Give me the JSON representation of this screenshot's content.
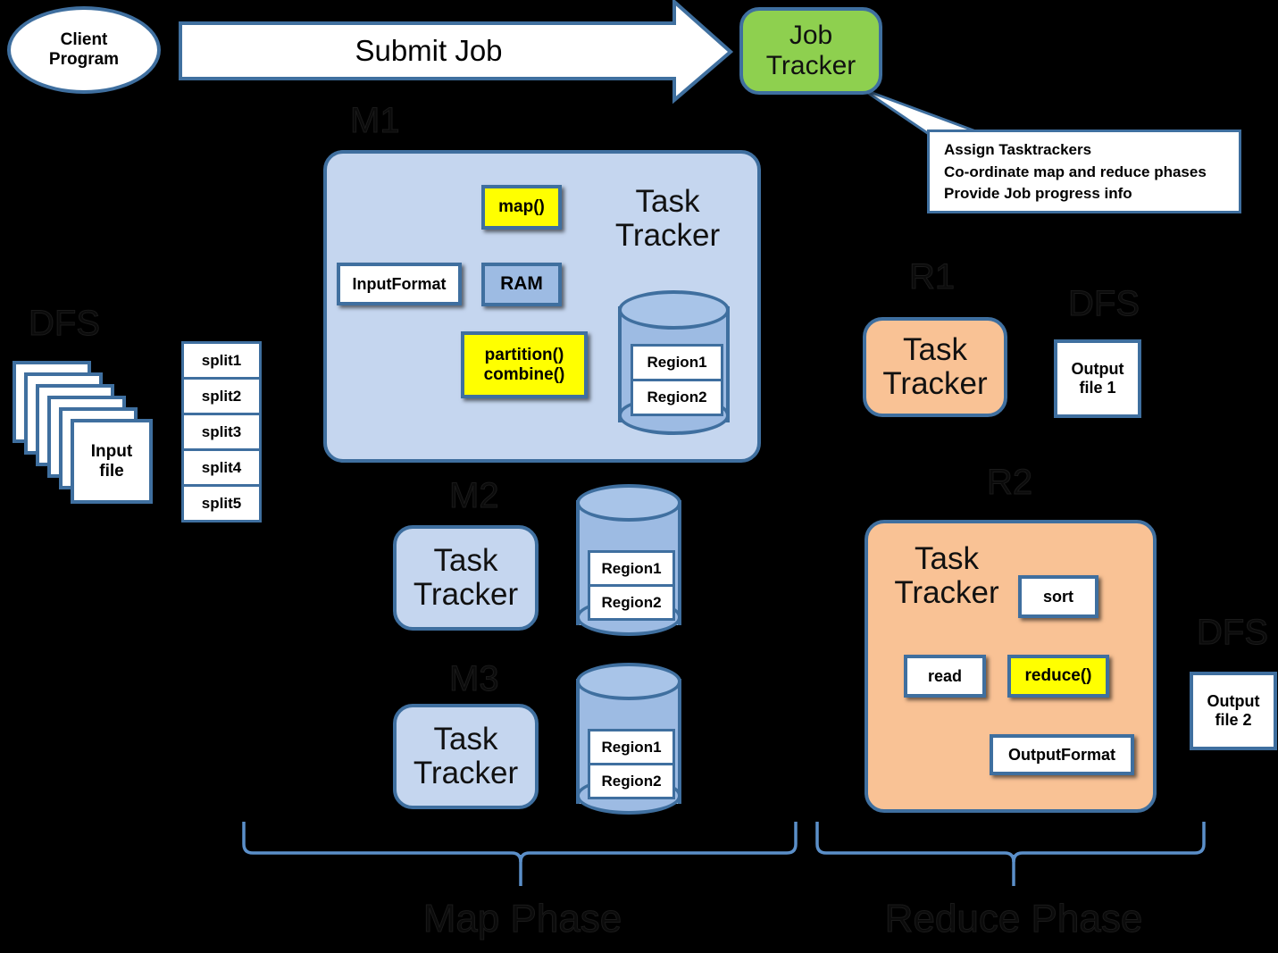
{
  "diagram": {
    "title": "Hadoop MapReduce Architecture",
    "colors": {
      "border": "#3f6f9f",
      "job_tracker_green": "#8ed04f",
      "map_blue": "#c5d6ef",
      "reduce_orange": "#f9c295",
      "cylinder_blue": "#9dbbe3",
      "highlight_yellow": "#ffff00",
      "background": "#000000"
    }
  },
  "client": {
    "label": "Client\nProgram",
    "line1": "Client",
    "line2": "Program"
  },
  "submit_arrow": {
    "label": "Submit Job"
  },
  "job_tracker": {
    "line1": "Job",
    "line2": "Tracker"
  },
  "callout": {
    "lines": [
      "Assign Tasktrackers",
      "Co-ordinate map and reduce phases",
      "Provide Job progress info"
    ]
  },
  "dfs_labels": {
    "input": "DFS",
    "output1": "DFS",
    "output2": "DFS"
  },
  "input_files": {
    "label_line1": "Input",
    "label_line2": "file"
  },
  "splits": [
    "split1",
    "split2",
    "split3",
    "split4",
    "split5"
  ],
  "mappers": [
    {
      "id": "M1",
      "tracker_line1": "Task",
      "tracker_line2": "Tracker",
      "nodes": {
        "input_format": "InputFormat",
        "map_fn": "map()",
        "ram": "RAM",
        "partition_combine_line1": "partition()",
        "partition_combine_line2": "combine()"
      },
      "regions": [
        "Region1",
        "Region2"
      ]
    },
    {
      "id": "M2",
      "tracker_line1": "Task",
      "tracker_line2": "Tracker",
      "regions": [
        "Region1",
        "Region2"
      ]
    },
    {
      "id": "M3",
      "tracker_line1": "Task",
      "tracker_line2": "Tracker",
      "regions": [
        "Region1",
        "Region2"
      ]
    }
  ],
  "reducers": [
    {
      "id": "R1",
      "tracker_line1": "Task",
      "tracker_line2": "Tracker",
      "output_file_line1": "Output",
      "output_file_line2": "file 1"
    },
    {
      "id": "R2",
      "tracker_line1": "Task",
      "tracker_line2": "Tracker",
      "nodes": {
        "read": "read",
        "sort": "sort",
        "reduce_fn": "reduce()",
        "output_format": "OutputFormat"
      },
      "output_file_line1": "Output",
      "output_file_line2": "file 2"
    }
  ],
  "phases": {
    "map": "Map Phase",
    "reduce": "Reduce Phase"
  }
}
